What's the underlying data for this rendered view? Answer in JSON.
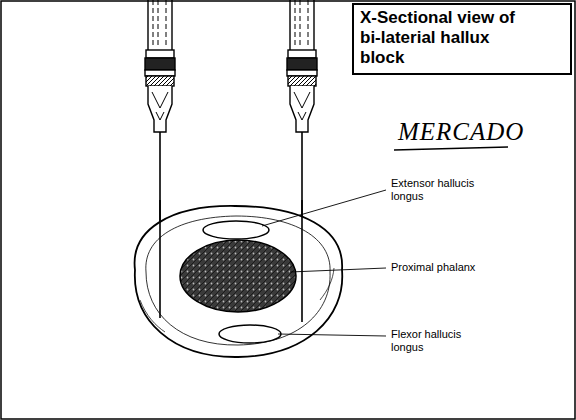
{
  "diagram": {
    "title": "X-Sectional view of bi-laterial hallux block",
    "labels": [
      "MERCADO",
      "Extensor hallucis longus",
      "Proximal phalanx",
      "Flexor hallucis longus"
    ]
  }
}
